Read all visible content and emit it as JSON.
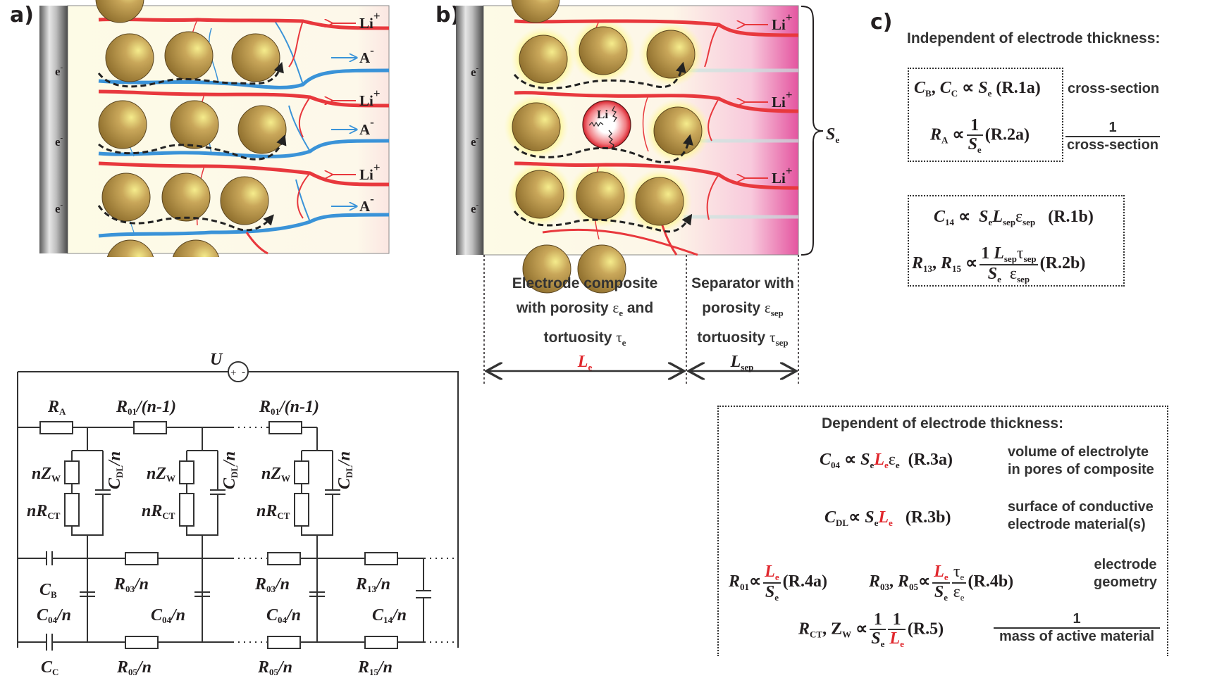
{
  "panels": {
    "a": {
      "label": "a)",
      "ion_labels": [
        {
          "species": "Li",
          "charge": "+",
          "direction": "in"
        },
        {
          "species": "A",
          "charge": "-",
          "direction": "out"
        },
        {
          "species": "Li",
          "charge": "+",
          "direction": "in"
        },
        {
          "species": "A",
          "charge": "-",
          "direction": "out"
        },
        {
          "species": "Li",
          "charge": "+",
          "direction": "in"
        },
        {
          "species": "A",
          "charge": "-",
          "direction": "out"
        }
      ],
      "electron_labels": [
        "e",
        "e",
        "e"
      ],
      "electron_charge": "-",
      "colors": {
        "li_path": "#e8383d",
        "anion_path": "#3a93d8",
        "particle": "#b08d3c",
        "background": "#fdfbe8",
        "collector": "#9c9c9c"
      }
    },
    "b": {
      "label": "b)",
      "ion_labels": [
        {
          "species": "Li",
          "charge": "+",
          "direction": "in"
        },
        {
          "species": "Li",
          "charge": "+",
          "direction": "in"
        },
        {
          "species": "Li",
          "charge": "+",
          "direction": "in"
        }
      ],
      "electron_labels": [
        "e",
        "e",
        "e"
      ],
      "electron_charge": "-",
      "lithiated_particle_label": "Li",
      "area_label": "S",
      "area_sub": "e",
      "regions": {
        "electrode": {
          "lines": [
            "Electrode composite",
            "with porosity",
            "and",
            "tortuosity"
          ],
          "porosity_symbol": "ε",
          "porosity_sub": "e",
          "tortuosity_symbol": "τ",
          "tortuosity_sub": "e",
          "length_label": "L",
          "length_sub": "e"
        },
        "separator": {
          "lines": [
            "Separator with",
            "porosity",
            "tortuosity"
          ],
          "porosity_symbol": "ε",
          "porosity_sub": "sep",
          "tortuosity_symbol": "τ",
          "tortuosity_sub": "sep",
          "length_label": "L",
          "length_sub": "sep"
        }
      },
      "colors": {
        "li_path": "#e8383d",
        "separator_gradient_end": "#e455a0",
        "glow": "#fff36a"
      }
    },
    "c": {
      "label": "c)",
      "independent": {
        "heading": "Independent of electrode thickness:",
        "box1": [
          {
            "lhs": "C_B, C_C",
            "rhs": "S_e",
            "ref": "(R.1a)",
            "description": "cross-section"
          },
          {
            "lhs": "R_A",
            "rhs": "1/S_e",
            "ref": "(R.2a)",
            "description_num": "1",
            "description_den": "cross-section"
          }
        ],
        "box2": [
          {
            "lhs": "C_14",
            "rhs": "S_e L_sep ε_sep",
            "ref": "(R.1b)"
          },
          {
            "lhs": "R_13, R_15",
            "rhs": "(1/S_e)(L_sep τ_sep / ε_sep)",
            "ref": "(R.2b)"
          }
        ]
      },
      "dependent": {
        "heading": "Dependent of electrode thickness:",
        "rows": [
          {
            "lhs": "C_04",
            "rhs": "S_e L_e ε_e",
            "ref": "(R.3a)",
            "description": [
              "volume of electrolyte",
              "in pores of composite"
            ]
          },
          {
            "lhs": "C_DL",
            "rhs": "S_e L_e",
            "ref": "(R.3b)",
            "description": [
              "surface of conductive",
              "electrode material(s)"
            ]
          },
          {
            "lhs": "R_01",
            "rhs": "L_e/S_e",
            "ref": "(R.4a)"
          },
          {
            "lhs": "R_03, R_05",
            "rhs": "(L_e/S_e)(τ_e/ε_e)",
            "ref": "(R.4b)",
            "description": [
              "electrode",
              "geometry"
            ]
          },
          {
            "lhs": "R_CT, Z_W",
            "rhs": "(1/S_e)(1/L_e)",
            "ref": "(R.5)",
            "description_num": "1",
            "description_den": "mass of active material"
          }
        ]
      },
      "highlight_color": "#e0262c"
    }
  },
  "circuit": {
    "source": {
      "label": "U",
      "plus": "+",
      "minus": "-"
    },
    "labels": {
      "RA": "R",
      "RA_sub": "A",
      "R01": "R",
      "R01_sub": "01",
      "R01_tail": "/(n-1)",
      "nZw": "nZ",
      "nZw_sub": "W",
      "nRct": "nR",
      "nRct_sub": "CT",
      "Cdl": "C",
      "Cdl_sub": "DL",
      "Cdl_tail": "/n",
      "CB": "C",
      "CB_sub": "B",
      "CC": "C",
      "CC_sub": "C",
      "R03": "R",
      "R03_sub": "03",
      "R03_tail": "/n",
      "R05": "R",
      "R05_sub": "05",
      "R05_tail": "/n",
      "C04": "C",
      "C04_sub": "04",
      "C04_tail": "/n",
      "R13": "R",
      "R13_sub": "13",
      "R13_tail": "/n",
      "R15": "R",
      "R15_sub": "15",
      "R15_tail": "/n",
      "C14": "C",
      "C14_sub": "14",
      "C14_tail": "/n"
    }
  }
}
